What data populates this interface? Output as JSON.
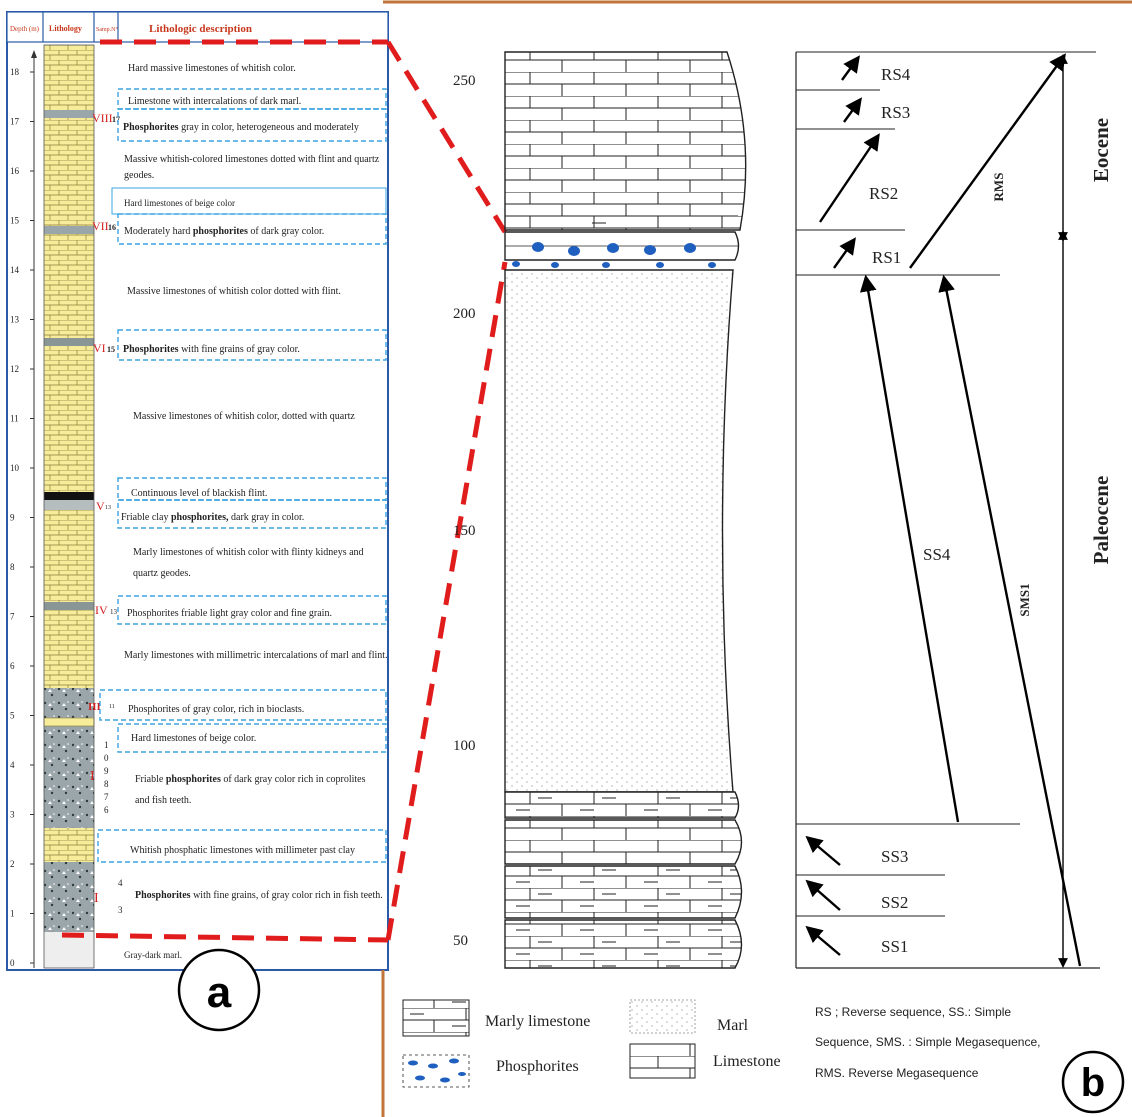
{
  "panel_a": {
    "headers": {
      "depth": "Depth (m)",
      "lithology": "Lithology",
      "sample": "Samp.N°",
      "description": "Lithologic description"
    },
    "depth_ticks": [
      "0",
      "1",
      "2",
      "3",
      "4",
      "5",
      "6",
      "7",
      "8",
      "9",
      "10",
      "11",
      "12",
      "13",
      "14",
      "15",
      "16",
      "17",
      "18"
    ],
    "descriptions": [
      {
        "bold": "",
        "text": "Hard massive limestones of whitish color."
      },
      {
        "bold": "",
        "text": "Limestone with intercalations of dark marl."
      },
      {
        "bold": "Phosphorites",
        "text": " gray in color, heterogeneous and moderately"
      },
      {
        "bold": "",
        "text": "Massive whitish-colored limestones dotted with flint and quartz"
      },
      {
        "bold": "",
        "text": "geodes."
      },
      {
        "bold": "",
        "text": "Hard limestones of beige color"
      },
      {
        "bold": "phosphorites",
        "pre": "Moderately hard ",
        "text": " of dark gray color."
      },
      {
        "bold": "",
        "text": "Massive limestones of whitish color dotted with flint."
      },
      {
        "bold": "Phosphorites",
        "text": " with fine grains of gray color."
      },
      {
        "bold": "",
        "text": "Massive limestones of whitish color, dotted with quartz"
      },
      {
        "bold": "",
        "text": "Continuous level of blackish flint."
      },
      {
        "bold": "phosphorites,",
        "pre": "Friable clay ",
        "text": " dark gray in color."
      },
      {
        "bold": "",
        "text": "Marly limestones of whitish color with flinty kidneys and"
      },
      {
        "bold": "",
        "text": "quartz geodes."
      },
      {
        "bold": "",
        "text": "Phosphorites friable light gray color and fine grain."
      },
      {
        "bold": "",
        "text": "Marly limestones with millimetric intercalations of marl and flint."
      },
      {
        "bold": "",
        "text": "Phosphorites of gray color, rich in bioclasts."
      },
      {
        "bold": "",
        "text": "Hard limestones of beige color."
      },
      {
        "bold": "phosphorites",
        "pre": "Friable ",
        "text": " of dark gray color rich in coprolites"
      },
      {
        "bold": "",
        "text": "and fish teeth."
      },
      {
        "bold": "",
        "text": "Whitish phosphatic limestones with millimeter past clay"
      },
      {
        "bold": "Phosphorites",
        "text": " with fine grains, of gray color rich in fish teeth."
      },
      {
        "bold": "",
        "text": "Gray-dark marl."
      }
    ],
    "sample_numerals": [
      "VIII",
      "VII",
      "VI",
      "V",
      "IV",
      "III",
      "I",
      "I"
    ],
    "sample_numbers": [
      "17",
      "16",
      "15",
      "13",
      "13",
      "11",
      "1",
      "0",
      "9",
      "8",
      "7",
      "6",
      "4",
      "3"
    ],
    "panel_label": "a"
  },
  "panel_b": {
    "depth_ticks": [
      "250",
      "200",
      "150",
      "100",
      "50"
    ],
    "sequences": {
      "rs4": "RS4",
      "rs3": "RS3",
      "rs2": "RS2",
      "rs1": "RS1",
      "ss4": "SS4",
      "ss3": "SS3",
      "ss2": "SS2",
      "ss1": "SS1",
      "rms": "RMS",
      "sms1": "SMS1"
    },
    "epochs": {
      "eocene": "Eocene",
      "paleocene": "Paleocene"
    },
    "legend": {
      "marly_limestone": "Marly limestone",
      "marl": "Marl",
      "phosphorites": "Phosphorites",
      "limestone": "Limestone"
    },
    "abbrev": [
      "RS ; Reverse sequence, SS.: Simple",
      "Sequence, SMS. : Simple Megasequence,",
      "RMS. Reverse Megasequence"
    ],
    "panel_label": "b"
  },
  "colors": {
    "limestone_yellow": "#f6ec9a",
    "phosphorite_gray": "#9aa6a9",
    "accent_blue": "#2a5aa8",
    "dashed_red": "#e01c1c",
    "dashed_blue": "#3aa4e0",
    "frame_orange": "#c2743a",
    "phosphate_blue": "#1f5fbf"
  }
}
